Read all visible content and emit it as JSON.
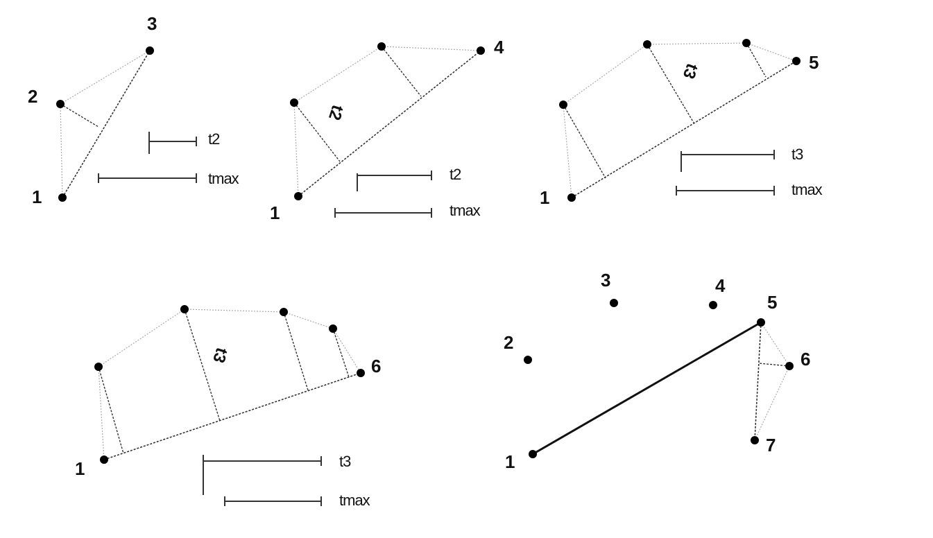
{
  "panel1": {
    "point_labels": [
      "1",
      "2",
      "3"
    ],
    "scale_labels": [
      "t2",
      "tmax"
    ]
  },
  "panel2": {
    "point_labels": [
      "1",
      "4"
    ],
    "rotated_label": "t2",
    "scale_labels": [
      "t2",
      "tmax"
    ]
  },
  "panel3": {
    "point_labels": [
      "1",
      "5"
    ],
    "rotated_label": "t3",
    "scale_labels": [
      "t3",
      "tmax"
    ]
  },
  "panel4": {
    "point_labels": [
      "1",
      "6"
    ],
    "rotated_label": "t3",
    "scale_labels": [
      "t3",
      "tmax"
    ]
  },
  "panel5": {
    "point_labels": [
      "1",
      "2",
      "3",
      "4",
      "5",
      "6",
      "7"
    ]
  }
}
